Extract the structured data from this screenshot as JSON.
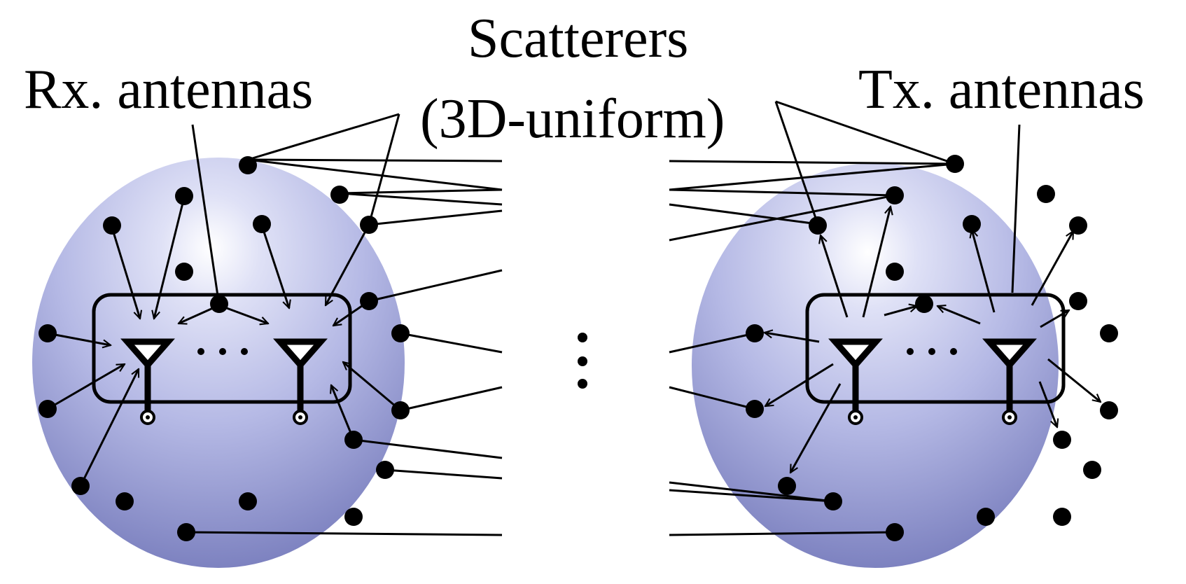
{
  "labels": {
    "rx_antennas": "Rx. antennas",
    "scatterers_line1": "Scatterers",
    "scatterers_line2": "(3D-uniform)",
    "tx_antennas": "Tx. antennas",
    "rx_ellipsis": "· · ·",
    "tx_ellipsis": "· · ·"
  },
  "colors": {
    "sphere_light": "#ffffff",
    "sphere_mid": "#b8bce6",
    "sphere_dark": "#7f84c2",
    "ink": "#000000"
  },
  "icons": [
    "antenna-icon",
    "scatterer-dot-icon",
    "vertical-ellipsis-icon"
  ]
}
